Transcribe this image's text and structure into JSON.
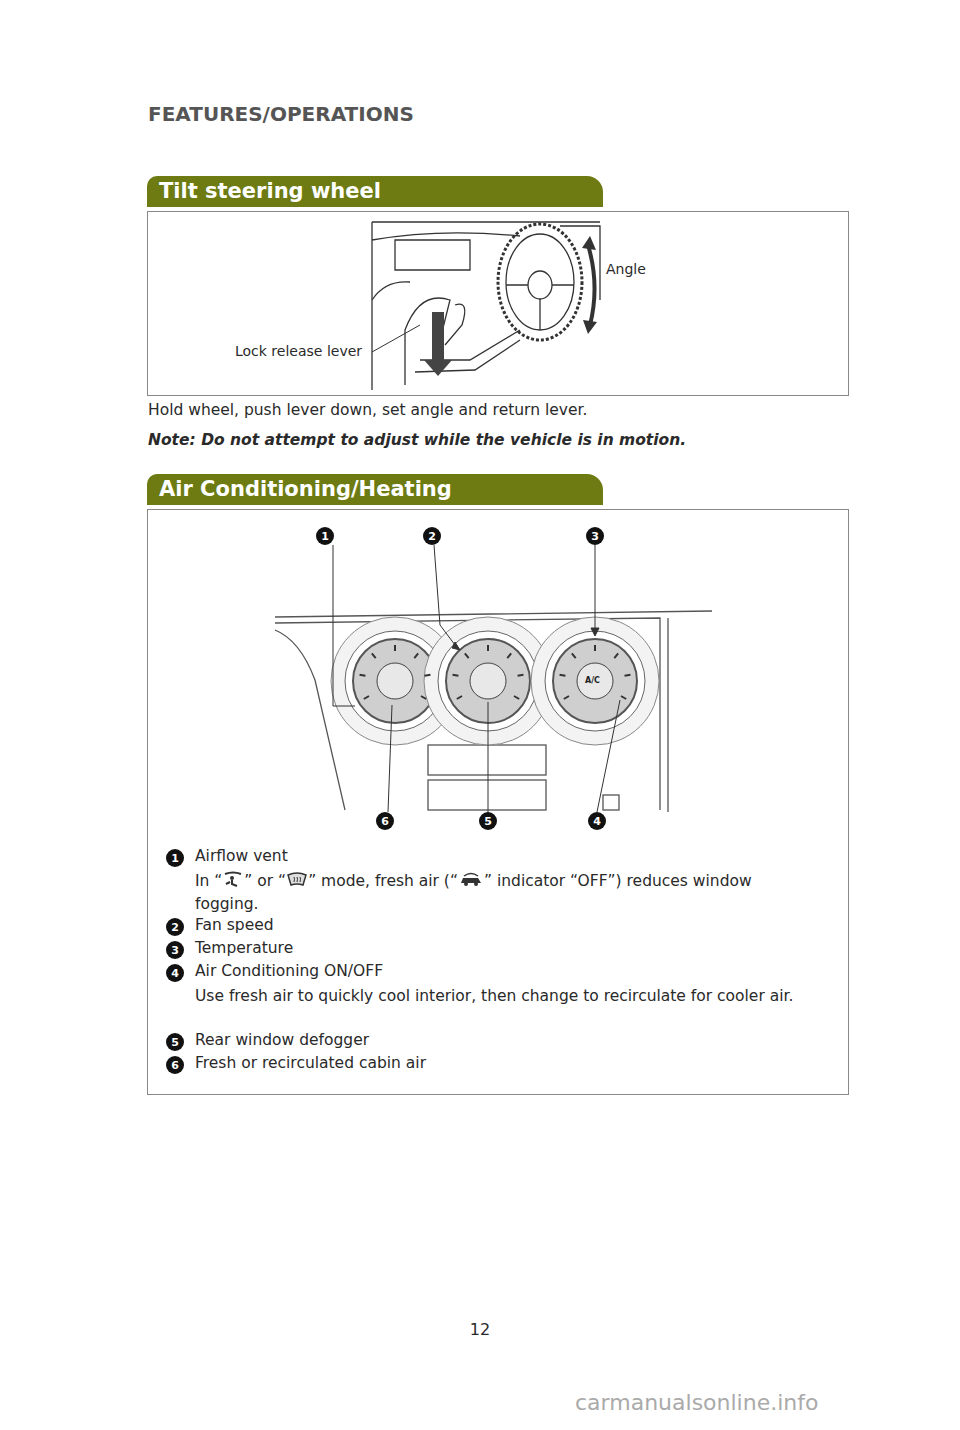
{
  "diagram": {
    "title": "FEATURES/OPERATIONS",
    "nodes": [
      {
        "text": [
          "Tilt steering wheel"
        ]
      },
      {
        "text": [
          "Air Conditioning/Heating"
        ]
      }
    ],
    "labels": [
      "Angle",
      "Lock release lever",
      "Hold wheel, push lever down, set angle and return lever.",
      "Note: Do not attempt to adjust while the vehicle is in motion.",
      "1",
      "2",
      "3",
      "6",
      "5",
      "4",
      "A/C",
      "1",
      "Airflow vent",
      "In “",
      "” or “",
      "” mode, fresh air (“",
      "” indicator “OFF”) reduces window fogging.",
      "2",
      "Fan speed",
      "3",
      "Temperature",
      "4",
      "Air Conditioning ON/OFF",
      "Use fresh air to quickly cool interior, then change to recirculate for cooler air.",
      "5",
      "Rear window defogger",
      "6",
      "Fresh or recirculated cabin air",
      "12",
      "carmanualsonline.info"
    ]
  }
}
